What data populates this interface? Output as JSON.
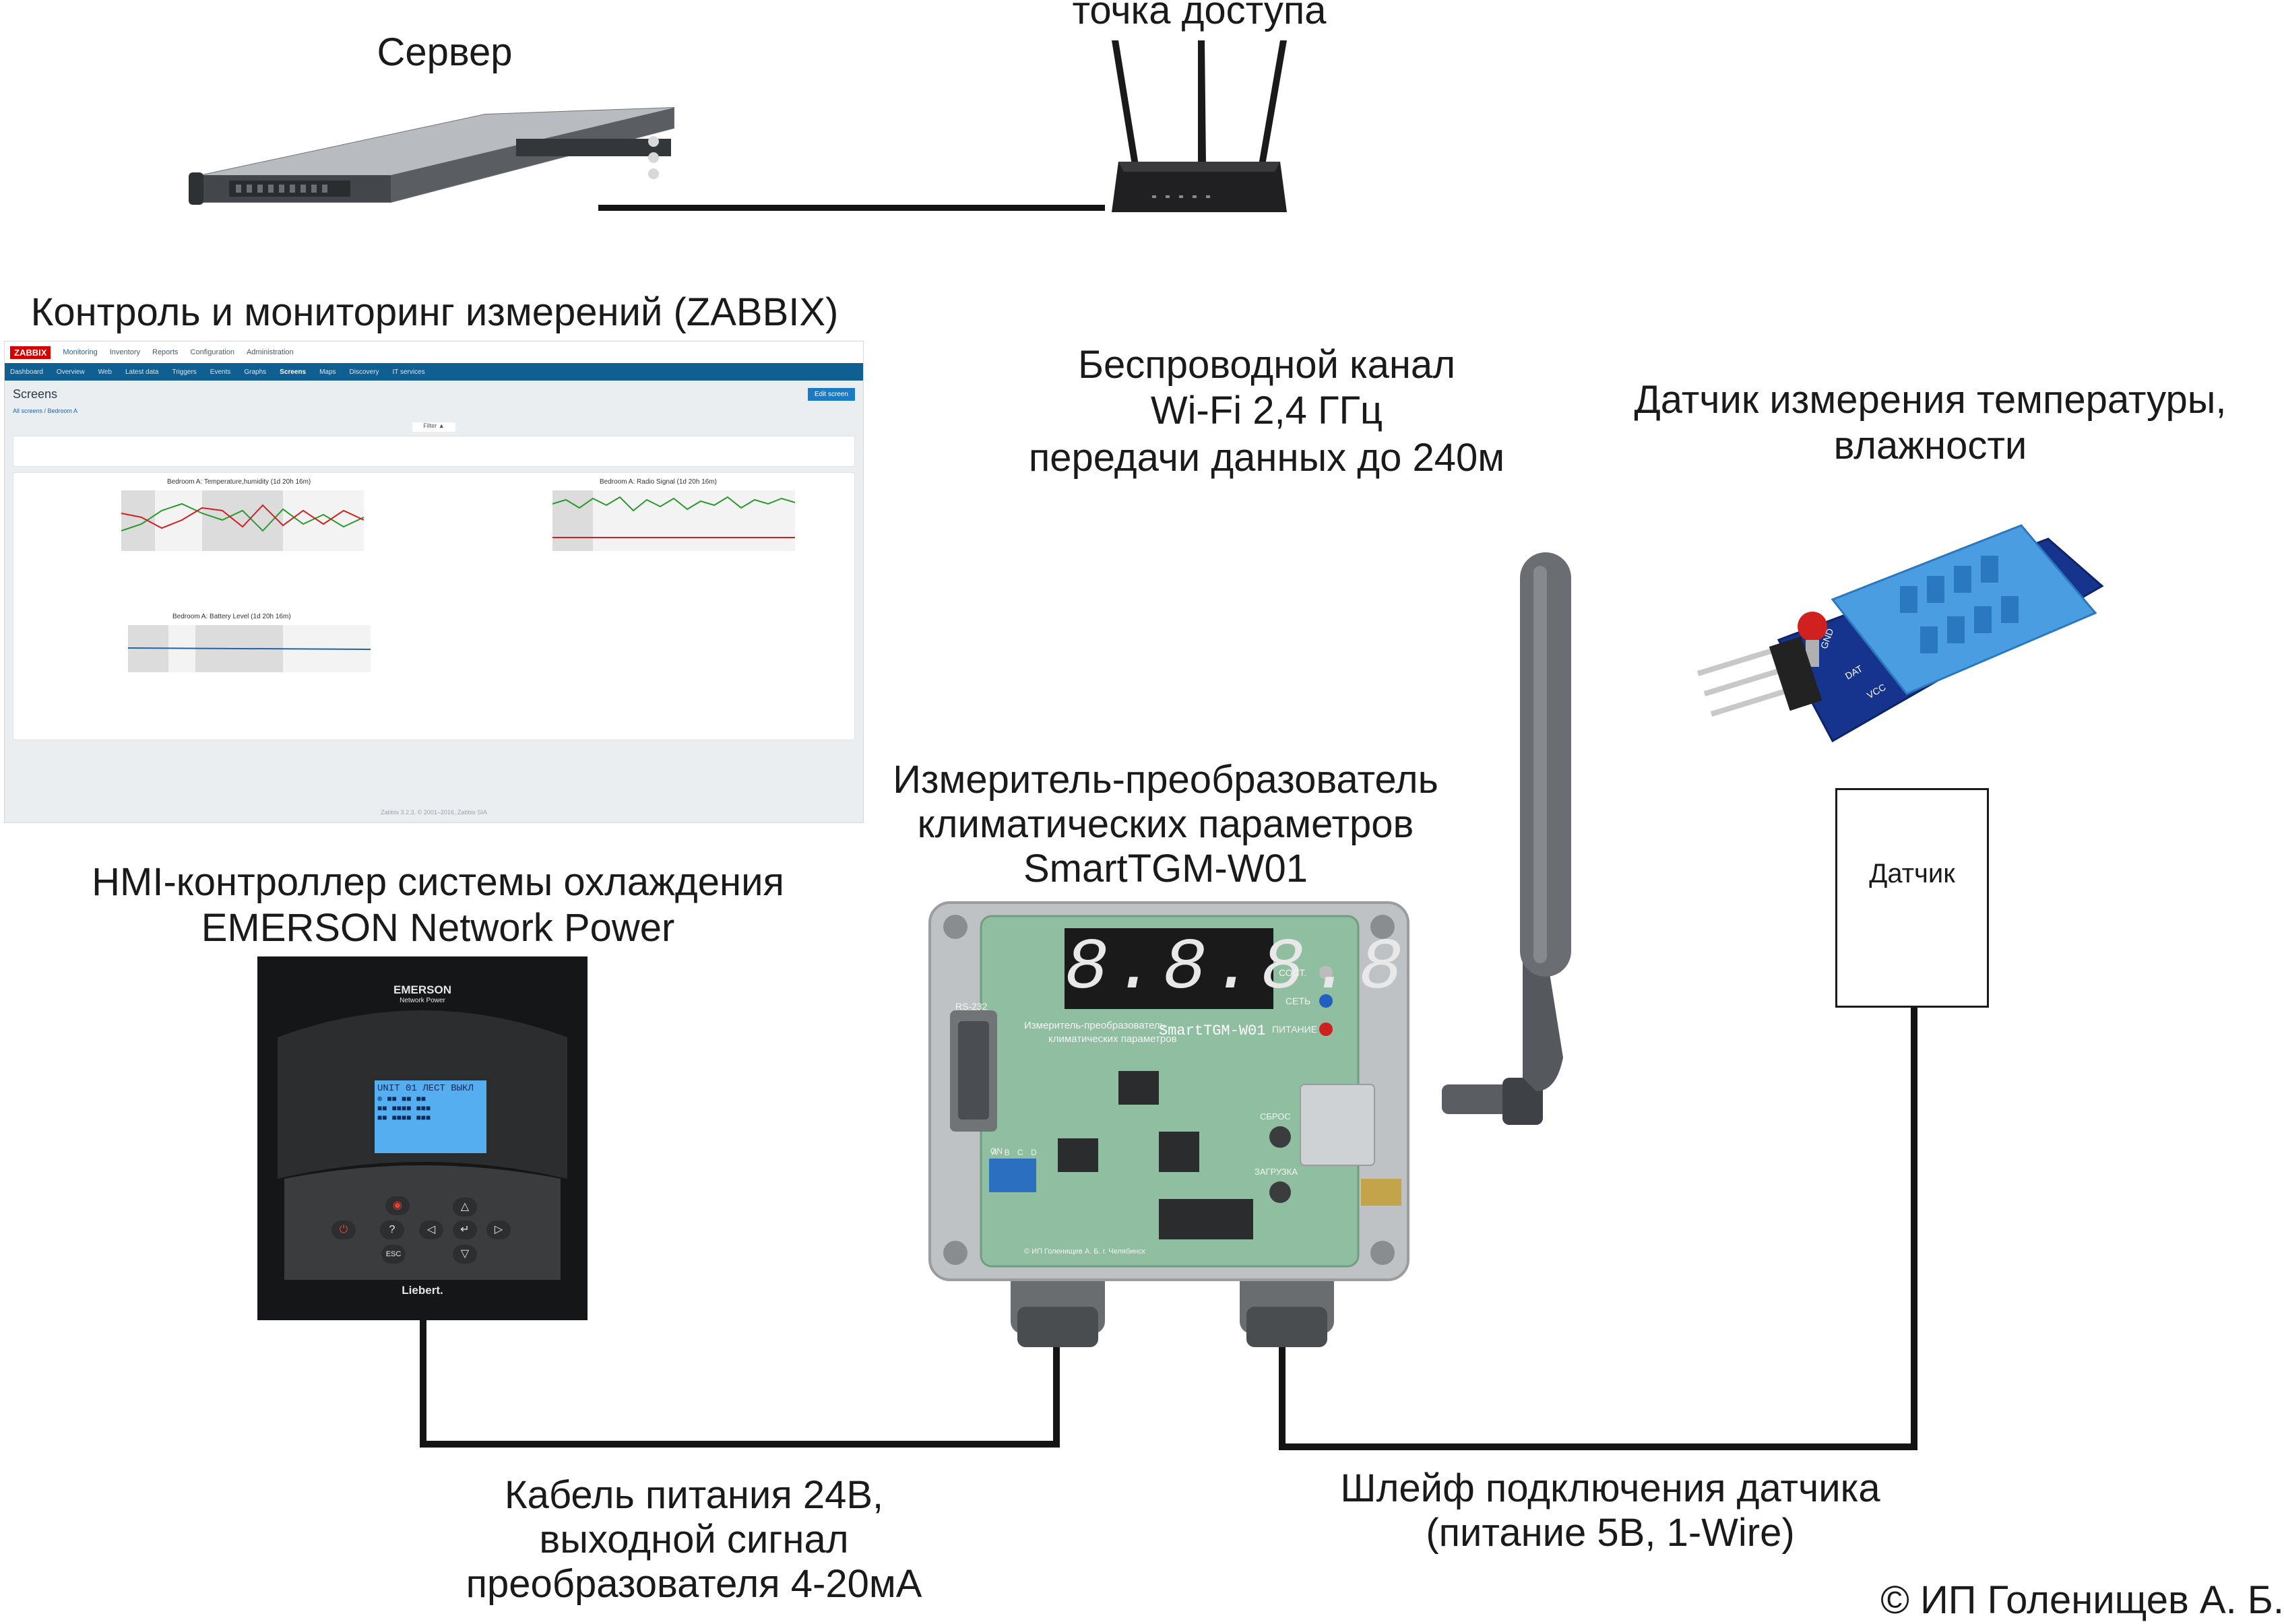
{
  "labels": {
    "server": "Сервер",
    "access_point": "точка доступа",
    "zabbix_title": "Контроль и мониторинг измерений (ZABBIX)",
    "wireless": [
      "Беспроводной канал",
      "Wi-Fi 2,4 ГГц",
      "передачи данных до 240м"
    ],
    "sensor_title": [
      "Датчик измерения температуры,",
      "влажности"
    ],
    "converter_title": [
      "Измеритель-преобразователь",
      "климатических параметров",
      "SmartTGM-W01"
    ],
    "hmi_title": [
      "HMI-контроллер системы охлаждения",
      "EMERSON Network Power"
    ],
    "sensor_box": "Датчик",
    "cable_power": [
      "Кабель питания 24В,",
      "выходной сигнал",
      "преобразователя 4-20мА"
    ],
    "sensor_loop": [
      "Шлейф подключения датчика",
      "(питание 5В, 1-Wire)"
    ],
    "copyright": "© ИП Голенищев А. Б."
  },
  "zabbix": {
    "logo": "ZABBIX",
    "top_menu": [
      "Monitoring",
      "Inventory",
      "Reports",
      "Configuration",
      "Administration"
    ],
    "nav": [
      "Dashboard",
      "Overview",
      "Web",
      "Latest data",
      "Triggers",
      "Events",
      "Graphs",
      "Screens",
      "Maps",
      "Discovery",
      "IT services"
    ],
    "page_title": "Screens",
    "edit_button": "Edit screen",
    "breadcrumb": "All screens / Bedroom A",
    "filter": "Filter ▲",
    "graph_titles": [
      "Bedroom A: Temperature,humidity (1d 20h 16m)",
      "Bedroom A: Radio Signal (1d 20h 16m)",
      "Bedroom A: Battery Level (1d 20h 16m)"
    ],
    "footer": "Zabbix 3.2.3. © 2001–2016, Zabbix SIA"
  },
  "device": {
    "display": "8.8.8.8",
    "port": "RS-232",
    "status_labels": [
      "СОСТ.",
      "СЕТЬ",
      "ПИТАНИЕ"
    ],
    "board_name": "SmartTGM-W01",
    "board_caption": [
      "Измеритель-преобразователь",
      "климатических параметров"
    ],
    "buttons": [
      "СБРОС",
      "ЗАГРУЗКА"
    ],
    "dip_label": "A B C D",
    "dip_on": "ON",
    "maker": "© ИП Голенищев А. Б. г. Челябинск"
  },
  "sensor_module": {
    "pins": [
      "GND",
      "DAT",
      "VCC"
    ]
  },
  "emerson": {
    "brand": "EMERSON",
    "sub": "Network Power",
    "lcd_lines": [
      "UNIT 01  ЛЕСТ ВЫКЛ",
      "⊕ ■■  ■■ ■■",
      "■■ ■■■■ ■■■",
      "■■ ■■■■ ■■■"
    ],
    "keys": [
      "?",
      "ESC",
      "△",
      "▽",
      "◁",
      "▷"
    ],
    "liebert": "Liebert."
  },
  "colors": {
    "wire": "#141414",
    "pcb": "#8fbea0",
    "sensor_cap": "#4a9de0",
    "sensor_board": "#16348e",
    "lcd": "#55aef0",
    "zabbix_nav": "#0f5f92",
    "zabbix_logo": "#d40000"
  }
}
